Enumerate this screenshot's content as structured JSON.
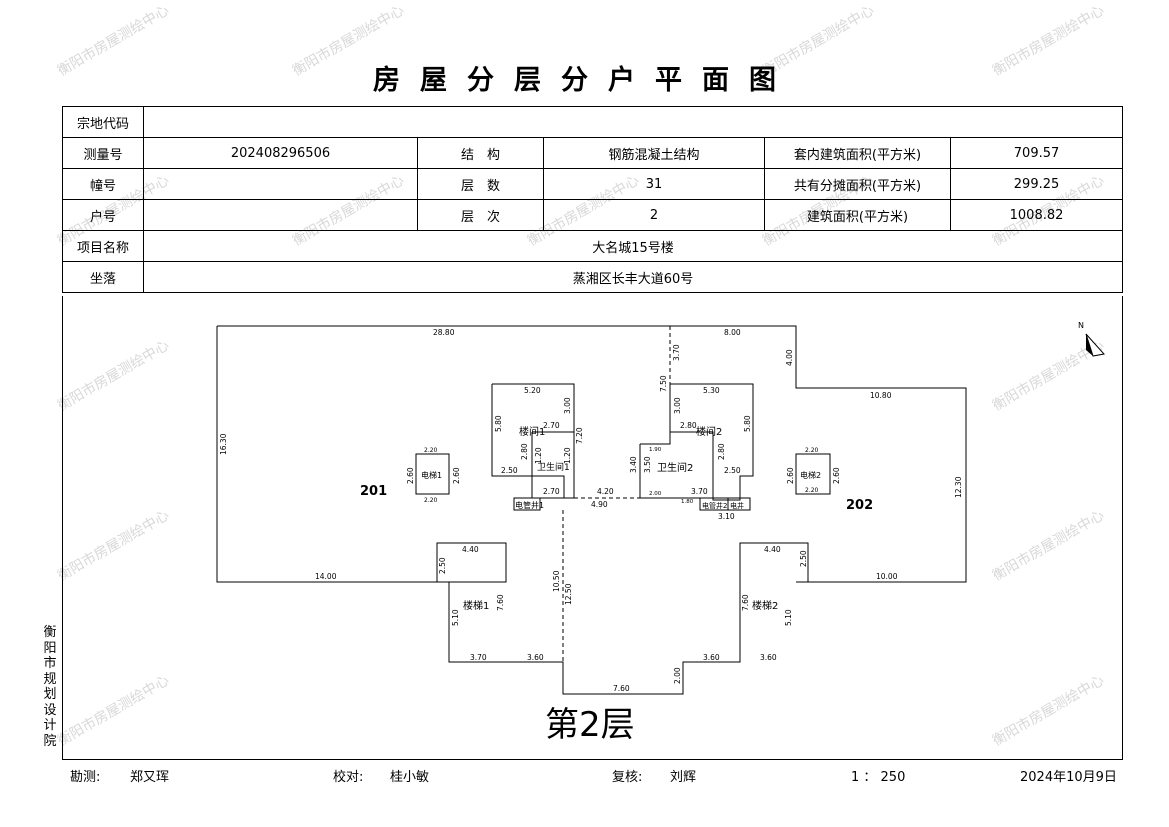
{
  "watermark": "衡阳市房屋测绘中心",
  "title": "房屋分层分户平面图",
  "info": {
    "parcel_code_label": "宗地代码",
    "parcel_code_value": "",
    "survey_no_label": "测量号",
    "survey_no_value": "202408296506",
    "structure_label": "结　构",
    "structure_value": "钢筋混凝土结构",
    "inner_area_label": "套内建筑面积(平方米)",
    "inner_area_value": "709.57",
    "building_label": "幢号",
    "building_value": "",
    "floors_label": "层　数",
    "floors_value": "31",
    "shared_area_label": "共有分摊面积(平方米)",
    "shared_area_value": "299.25",
    "unit_label": "户号",
    "unit_value": "",
    "floor_no_label": "层　次",
    "floor_no_value": "2",
    "build_area_label": "建筑面积(平方米)",
    "build_area_value": "1008.82",
    "project_label": "项目名称",
    "project_value": "大名城15号楼",
    "location_label": "坐落",
    "location_value": "蒸湘区长丰大道60号"
  },
  "plan": {
    "floor_label": "第2层",
    "units": [
      "201",
      "202"
    ],
    "rooms": {
      "stair1_upper": "楼间1",
      "stair2_upper": "楼间2",
      "wc1": "卫生间1",
      "wc2": "卫生间2",
      "elev1": "电梯1",
      "elev2": "电梯2",
      "pipe1": "电管井1",
      "pipe2": "电管井2",
      "fire": "电井",
      "stair1_lower": "楼梯1",
      "stair2_lower": "楼梯2"
    },
    "dims": {
      "top_left": "28.80",
      "top_right": "8.00",
      "right_step_v": "4.00",
      "right_step_h": "10.80",
      "left_h": "16.30",
      "right_h": "12.30",
      "bottom_left": "14.00",
      "bottom_right": "10.00",
      "divider_top": "3.70",
      "divider_mid": "7.50",
      "divider_low": "10.50",
      "divider_low2": "12.50",
      "s1_w": "5.20",
      "s1_h": "5.80",
      "s1_in_w": "2.70",
      "s1_in_h": "3.00",
      "s1_r": "7.20",
      "s1_a": "2.80",
      "s1_b": "2.50",
      "s1_c": "1.20",
      "s1_d": "2.70",
      "s1_e": "4.20",
      "s1_f": "4.90",
      "s2_w": "5.30",
      "s2_h": "5.80",
      "s2_in_w": "2.80",
      "s2_in_h": "3.00",
      "s2_a": "2.80",
      "s2_b": "2.50",
      "s2_c": "3.40",
      "s2_d": "3.50",
      "s2_e": "3.70",
      "s2_f": "3.10",
      "s2_g": "1.90",
      "s2_h2": "2.00",
      "s2_i": "1.80",
      "e_w": "2.20",
      "e_h": "2.60",
      "l1_w": "4.40",
      "l1_a": "2.50",
      "l1_h": "7.60",
      "l1_b": "5.10",
      "l1_c": "3.70",
      "l1_d": "3.60",
      "l2_w": "4.40",
      "l2_a": "2.50",
      "l2_h": "7.60",
      "l2_b": "5.10",
      "l2_c": "3.60",
      "l2_d": "3.60",
      "bot_w": "7.60",
      "bot_h": "2.00"
    },
    "north": "N"
  },
  "side_text": [
    "衡",
    "阳",
    "市",
    "规",
    "划",
    "设",
    "计",
    "院"
  ],
  "footer": {
    "surveyor_label": "勘测:",
    "surveyor": "郑又珲",
    "checker_label": "校对:",
    "checker": "桂小敏",
    "reviewer_label": "复核:",
    "reviewer": "刘辉",
    "scale": "1 ： 250",
    "date": "2024年10月9日"
  }
}
